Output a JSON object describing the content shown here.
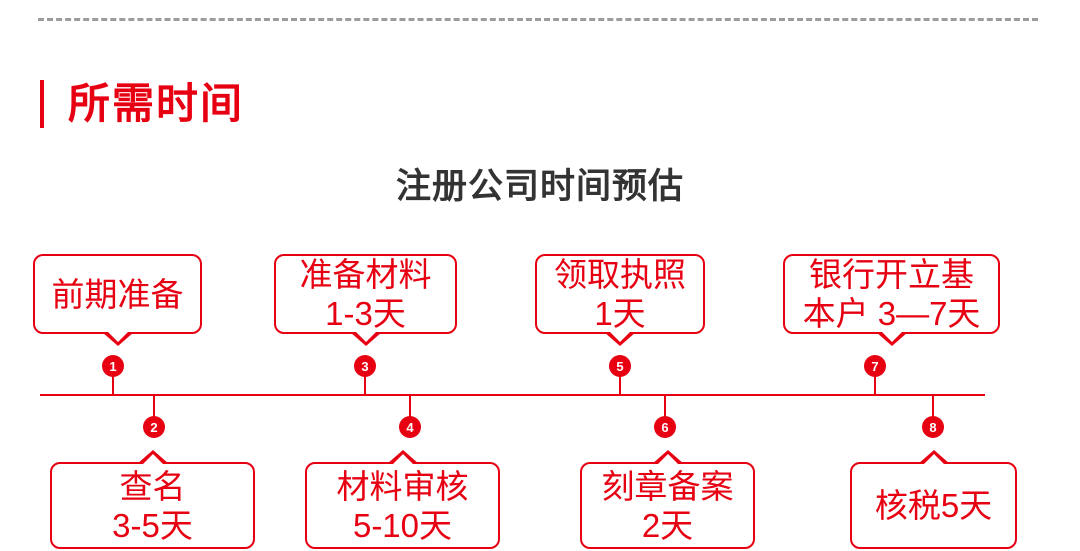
{
  "header": {
    "section_title": "所需时间",
    "diagram_title": "注册公司时间预估"
  },
  "colors": {
    "accent_red": "#e60012",
    "title_text": "#333333",
    "divider_gray": "#9c9c9c"
  },
  "timeline": {
    "steps": [
      {
        "num": "1",
        "line1": "前期准备",
        "line2": "",
        "position": "above"
      },
      {
        "num": "2",
        "line1": "查名",
        "line2": "3-5天",
        "position": "below"
      },
      {
        "num": "3",
        "line1": "准备材料",
        "line2": "1-3天",
        "position": "above"
      },
      {
        "num": "4",
        "line1": "材料审核",
        "line2": "5-10天",
        "position": "below"
      },
      {
        "num": "5",
        "line1": "领取执照",
        "line2": "1天",
        "position": "above"
      },
      {
        "num": "6",
        "line1": "刻章备案",
        "line2": "2天",
        "position": "below"
      },
      {
        "num": "7",
        "line1": "银行开立基",
        "line2": "本户 3—7天",
        "position": "above"
      },
      {
        "num": "8",
        "line1": "核税5天",
        "line2": "",
        "position": "below"
      }
    ]
  }
}
